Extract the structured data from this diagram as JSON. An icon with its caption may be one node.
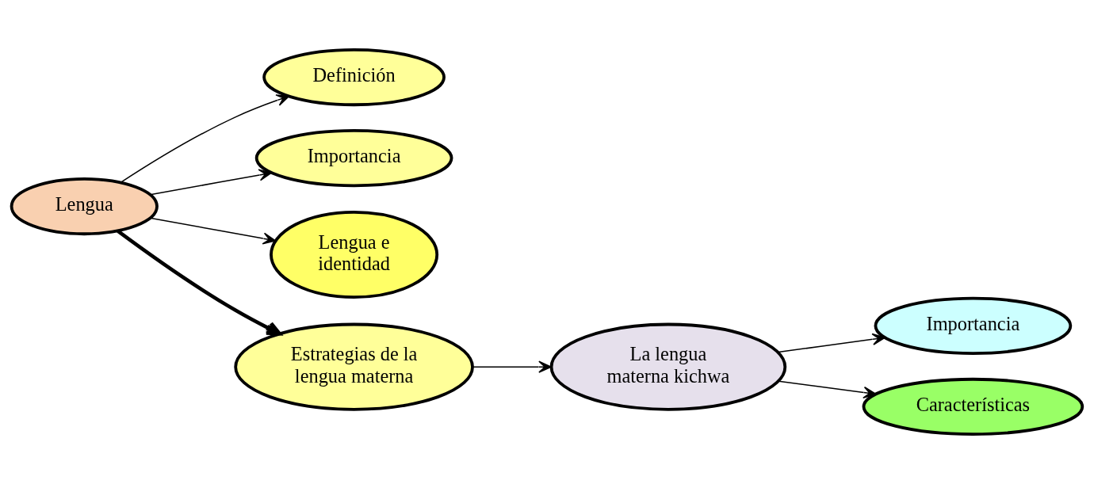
{
  "diagram": {
    "nodes": [
      {
        "text": [
          "Lengua"
        ]
      },
      {
        "text": [
          "Definición"
        ]
      },
      {
        "text": [
          "Importancia"
        ]
      },
      {
        "text": [
          "Lengua e identidad"
        ]
      },
      {
        "text": [
          "Estrategias de la lengua materna"
        ]
      },
      {
        "text": [
          "La lengua materna kichwa"
        ]
      },
      {
        "text": [
          "Importancia"
        ]
      },
      {
        "text": [
          "Características"
        ]
      }
    ],
    "edges": [
      {
        "from": 0,
        "to": 1,
        "arrow": "to"
      },
      {
        "from": 0,
        "to": 2,
        "arrow": "to"
      },
      {
        "from": 0,
        "to": 3,
        "arrow": "to"
      },
      {
        "from": 0,
        "to": 4,
        "arrow": "to",
        "style": "thick"
      },
      {
        "from": 4,
        "to": 5,
        "arrow": "to"
      },
      {
        "from": 5,
        "to": 6,
        "arrow": "to"
      },
      {
        "from": 5,
        "to": 7,
        "arrow": "to"
      }
    ]
  }
}
